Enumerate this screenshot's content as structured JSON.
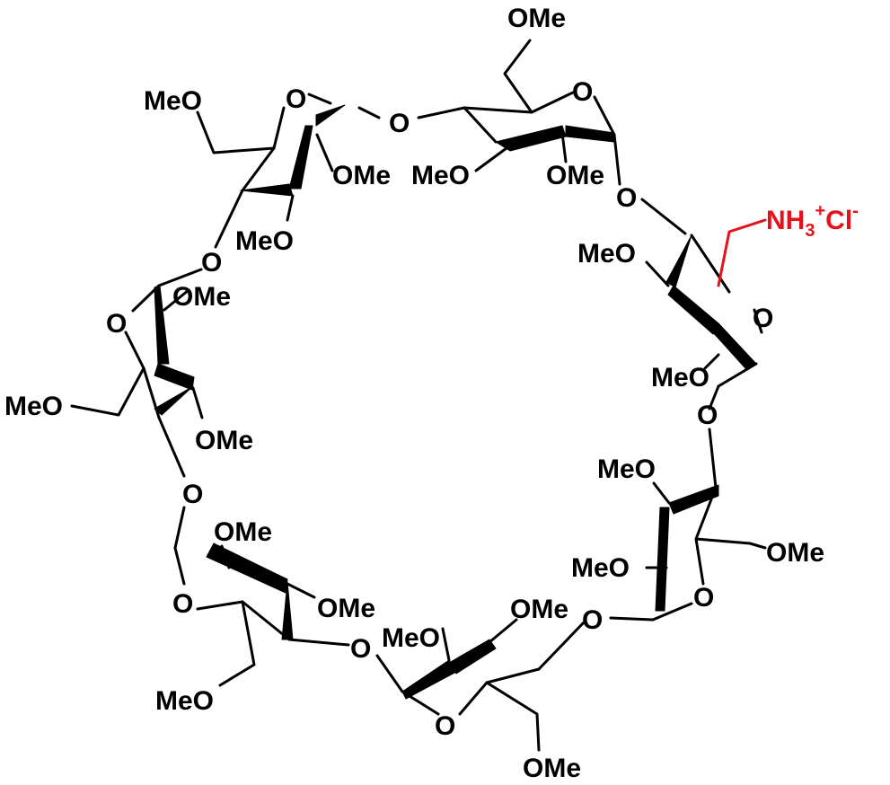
{
  "labels": {
    "ome_top": "OMe",
    "meo_topleft": "MeO",
    "o_ring_tl": "O",
    "o_link_tl": "O",
    "o_ring_top": "O",
    "ome_r1_2": "OMe",
    "meo_r2_3": "MeO",
    "ome_r2_2": "OMe",
    "o_link_tr": "O",
    "meo_r1_3": "MeO",
    "o_link_l1": "O",
    "ome_r6_2": "OMe",
    "o_ring_l": "O",
    "meo_left": "MeO",
    "ome_r6_3": "OMe",
    "o_link_l2": "O",
    "ome_r5_3": "OMe",
    "o_ring_bl": "O",
    "ome_r5_2": "OMe",
    "o_link_b": "O",
    "meo_bl": "MeO",
    "meo_r4_3": "MeO",
    "ome_r4_2": "OMe",
    "o_link_br": "O",
    "o_ring_b": "O",
    "ome_bottom": "OMe",
    "meo_r7_3": "MeO",
    "o_ring_r": "O",
    "meo_r7_2": "MeO",
    "o_link_r": "O",
    "meo_r3_3": "MeO",
    "ome_right": "OMe",
    "meo_r3_2": "MeO",
    "o_ring_br": "O"
  },
  "ammonium": {
    "nh": "NH",
    "sub3": "3",
    "plus": "+",
    "cl": "Cl",
    "minus": "-"
  },
  "colors": {
    "bond": "#000000",
    "highlight": "#e8101a"
  }
}
